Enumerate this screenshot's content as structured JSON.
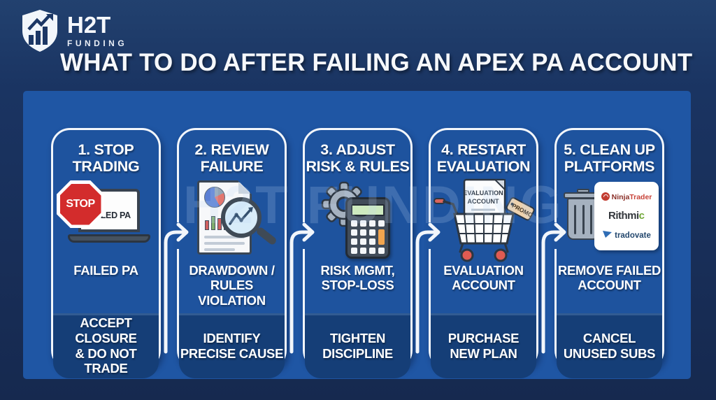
{
  "brand": {
    "name": "H2T",
    "subtitle": "FUNDING"
  },
  "header": {
    "title": "WHAT TO DO AFTER FAILING AN APEX PA ACCOUNT"
  },
  "watermark": "H2T FUNDING",
  "colors": {
    "outer_bg": "#1a3462",
    "panel_bg": "#1f56a4",
    "card_bg": "#1e539e",
    "band_bg": "#153e77",
    "stop_red": "#d32c2c",
    "accent_orange": "#f2a54e",
    "wheel_red": "#e05b52",
    "white": "#f2f6fb"
  },
  "steps": [
    {
      "title_l1": "1. STOP",
      "title_l2": "TRADING",
      "label_l1": "FAILED PA",
      "label_l2": "",
      "action_l1": "ACCEPT CLOSURE",
      "action_l2": "& DO NOT TRADE",
      "icon": "stop-sign-laptop",
      "stop_sign_text": "STOP",
      "laptop_screen_text": "FAILED PA"
    },
    {
      "title_l1": "2. REVIEW",
      "title_l2": "FAILURE",
      "label_l1": "DRAWDOWN /",
      "label_l2": "RULES VIOLATION",
      "action_l1": "IDENTIFY",
      "action_l2": "PRECISE CAUSE",
      "icon": "report-magnifier"
    },
    {
      "title_l1": "3. ADJUST",
      "title_l2": "RISK & RULES",
      "label_l1": "RISK MGMT,",
      "label_l2": "STOP-LOSS",
      "action_l1": "TIGHTEN",
      "action_l2": "DISCIPLINE",
      "icon": "gear-calculator"
    },
    {
      "title_l1": "4. RESTART",
      "title_l2": "EVALUATION",
      "label_l1": "EVALUATION",
      "label_l2": "ACCOUNT",
      "action_l1": "PURCHASE",
      "action_l2": "NEW PLAN",
      "icon": "shopping-cart",
      "cart_doc_l1": "EVALUATION",
      "cart_doc_l2": "ACCOUNT",
      "promo_tag": "PROMO"
    },
    {
      "title_l1": "5. CLEAN UP",
      "title_l2": "PLATFORMS",
      "label_l1": "REMOVE FAILED",
      "label_l2": "ACCOUNT",
      "action_l1": "CANCEL",
      "action_l2": "UNUSED SUBS",
      "icon": "trash-platforms",
      "platforms": [
        {
          "name_a": "Ninja",
          "name_b": "Trader"
        },
        {
          "name_a": "Rithmi",
          "name_b": "c"
        },
        {
          "name_a": "tradovate",
          "name_b": ""
        }
      ]
    }
  ]
}
